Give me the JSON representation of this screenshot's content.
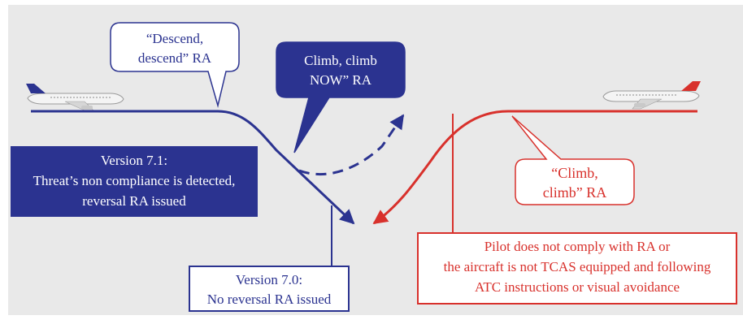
{
  "colors": {
    "background": "#e9e9e9",
    "blue": "#2b3390",
    "red": "#d8312c",
    "white": "#ffffff"
  },
  "bubbles": {
    "descend": [
      "“Descend,",
      "descend” RA"
    ],
    "climb_now": [
      "Climb, climb",
      "NOW” RA"
    ],
    "climb": [
      "“Climb,",
      "climb” RA"
    ]
  },
  "boxes": {
    "version_71": [
      "Version 7.1:",
      "Threat’s non compliance is detected,",
      "reversal RA issued"
    ],
    "version_70": [
      "Version 7.0:",
      "No reversal RA issued"
    ],
    "pilot_note": [
      "Pilot does not comply with RA or",
      "the aircraft is not TCAS equipped and following",
      "ATC instructions or visual avoidance"
    ]
  },
  "icons": {
    "left_aircraft": "airliner-icon",
    "right_aircraft": "airliner-icon"
  }
}
